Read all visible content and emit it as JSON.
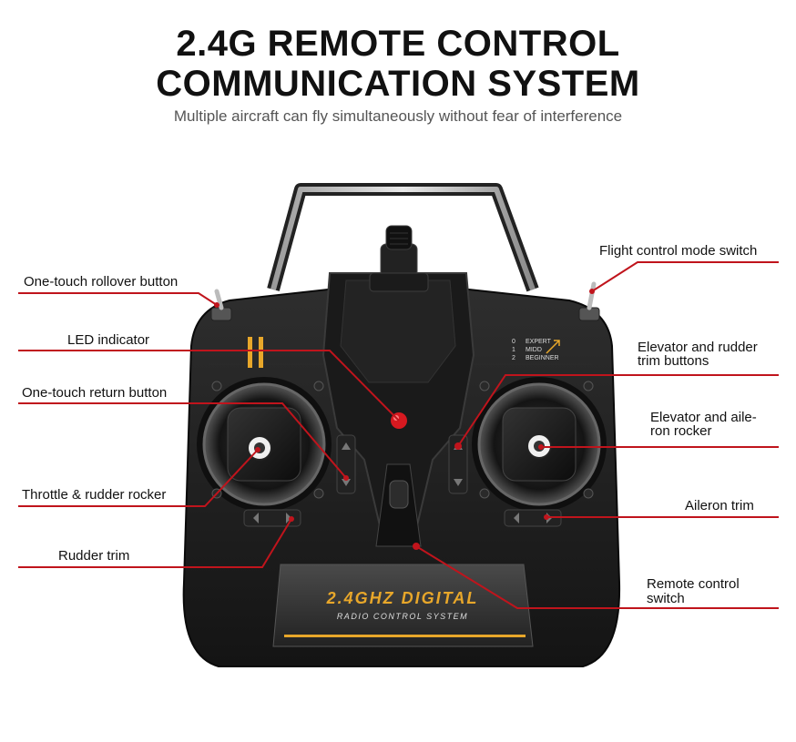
{
  "title_line1": "2.4G REMOTE CONTROL",
  "title_line2": "COMMUNICATION SYSTEM",
  "subtitle": "Multiple aircraft can fly simultaneously without fear of interference",
  "labels": {
    "rollover": "One-touch rollover button",
    "led": "LED indicator",
    "return": "One-touch return button",
    "throttle": "Throttle & rudder rocker",
    "rudder_trim": "Rudder trim",
    "mode_switch": "Flight control mode switch",
    "elevator_trim_1": "Elevator and rudder",
    "elevator_trim_2": "trim buttons",
    "aileron_rocker_1": "Elevator and aile-",
    "aileron_rocker_2": "ron rocker",
    "aileron_trim": "Aileron trim",
    "power_1": "Remote control",
    "power_2": "switch"
  },
  "panel": {
    "brand_line1": "2.4GHZ DIGITAL",
    "brand_line2": "RADIO CONTROL SYSTEM"
  },
  "modes": {
    "expert_num": "0",
    "expert": "EXPERT",
    "midd_num": "1",
    "midd": "MIDD",
    "beginner_num": "2",
    "beginner": "BEGINNER"
  },
  "colors": {
    "callout": "#c0141c",
    "body": "#1d1d1d",
    "accent": "#e8a72a"
  }
}
